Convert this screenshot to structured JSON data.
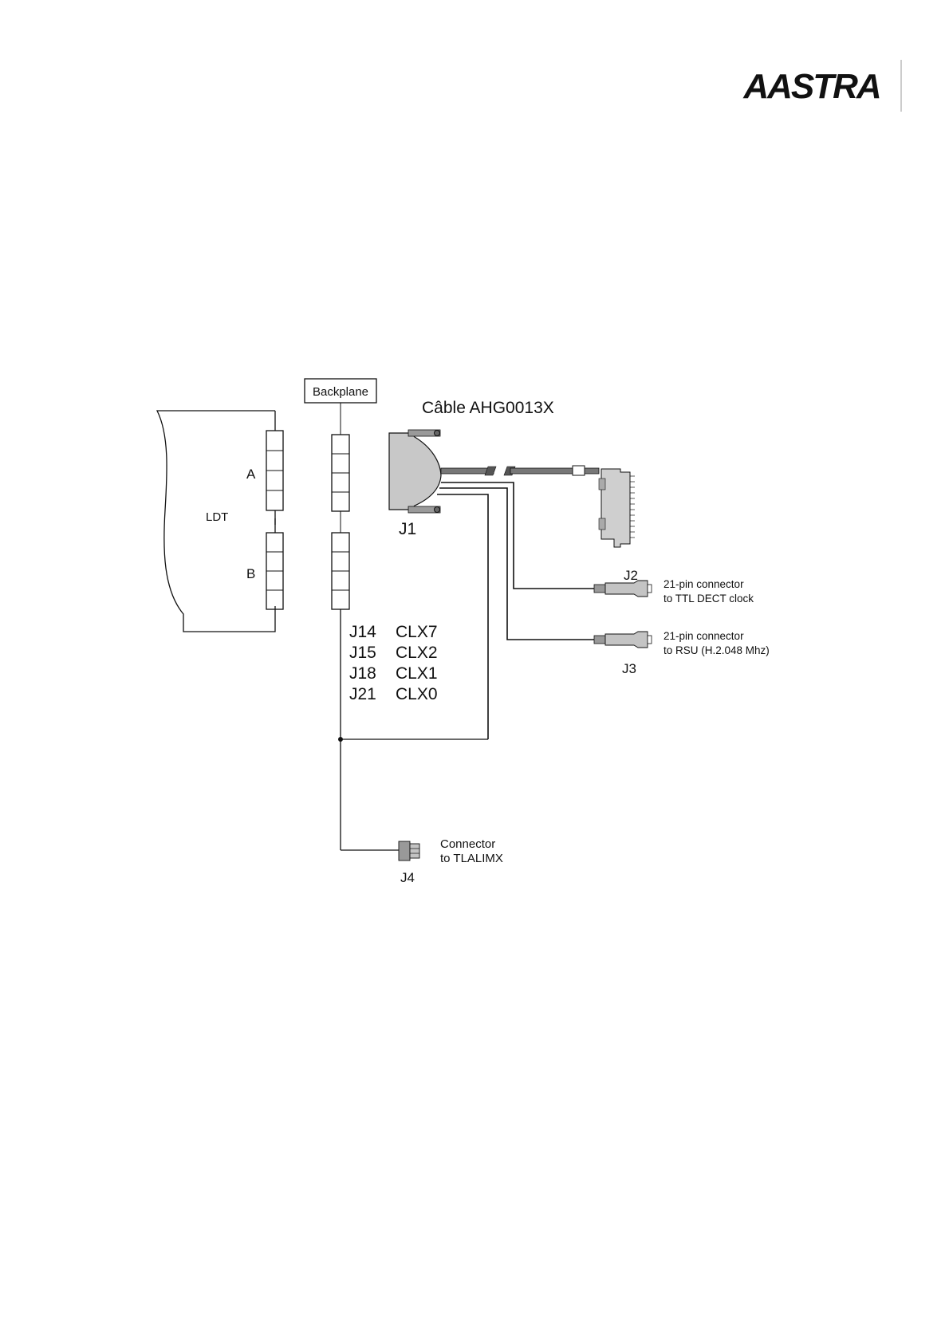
{
  "header": {
    "logo_text": "AASTRA",
    "logo_color": "#1a1a1a"
  },
  "diagram": {
    "board_label": "LDT",
    "board_slot_a": "A",
    "board_slot_b": "B",
    "backplane_label": "Backplane",
    "cable_title": "Câble AHG0013X",
    "connector_j1": "J1",
    "connector_j2": "J2",
    "connector_j3": "J3",
    "connector_j4": "J4",
    "j2_desc_line1": "21-pin connector",
    "j2_desc_line2": "to TTL DECT clock",
    "j3_desc_line1": "21-pin connector",
    "j3_desc_line2": "to RSU (H.2.048 Mhz)",
    "j4_desc_line1": "Connector",
    "j4_desc_line2": "to TLALIMX",
    "jumper_table": [
      {
        "jumper": "J14",
        "clock": "CLX7"
      },
      {
        "jumper": "J15",
        "clock": "CLX2"
      },
      {
        "jumper": "J18",
        "clock": "CLX1"
      },
      {
        "jumper": "J21",
        "clock": "CLX0"
      }
    ]
  }
}
